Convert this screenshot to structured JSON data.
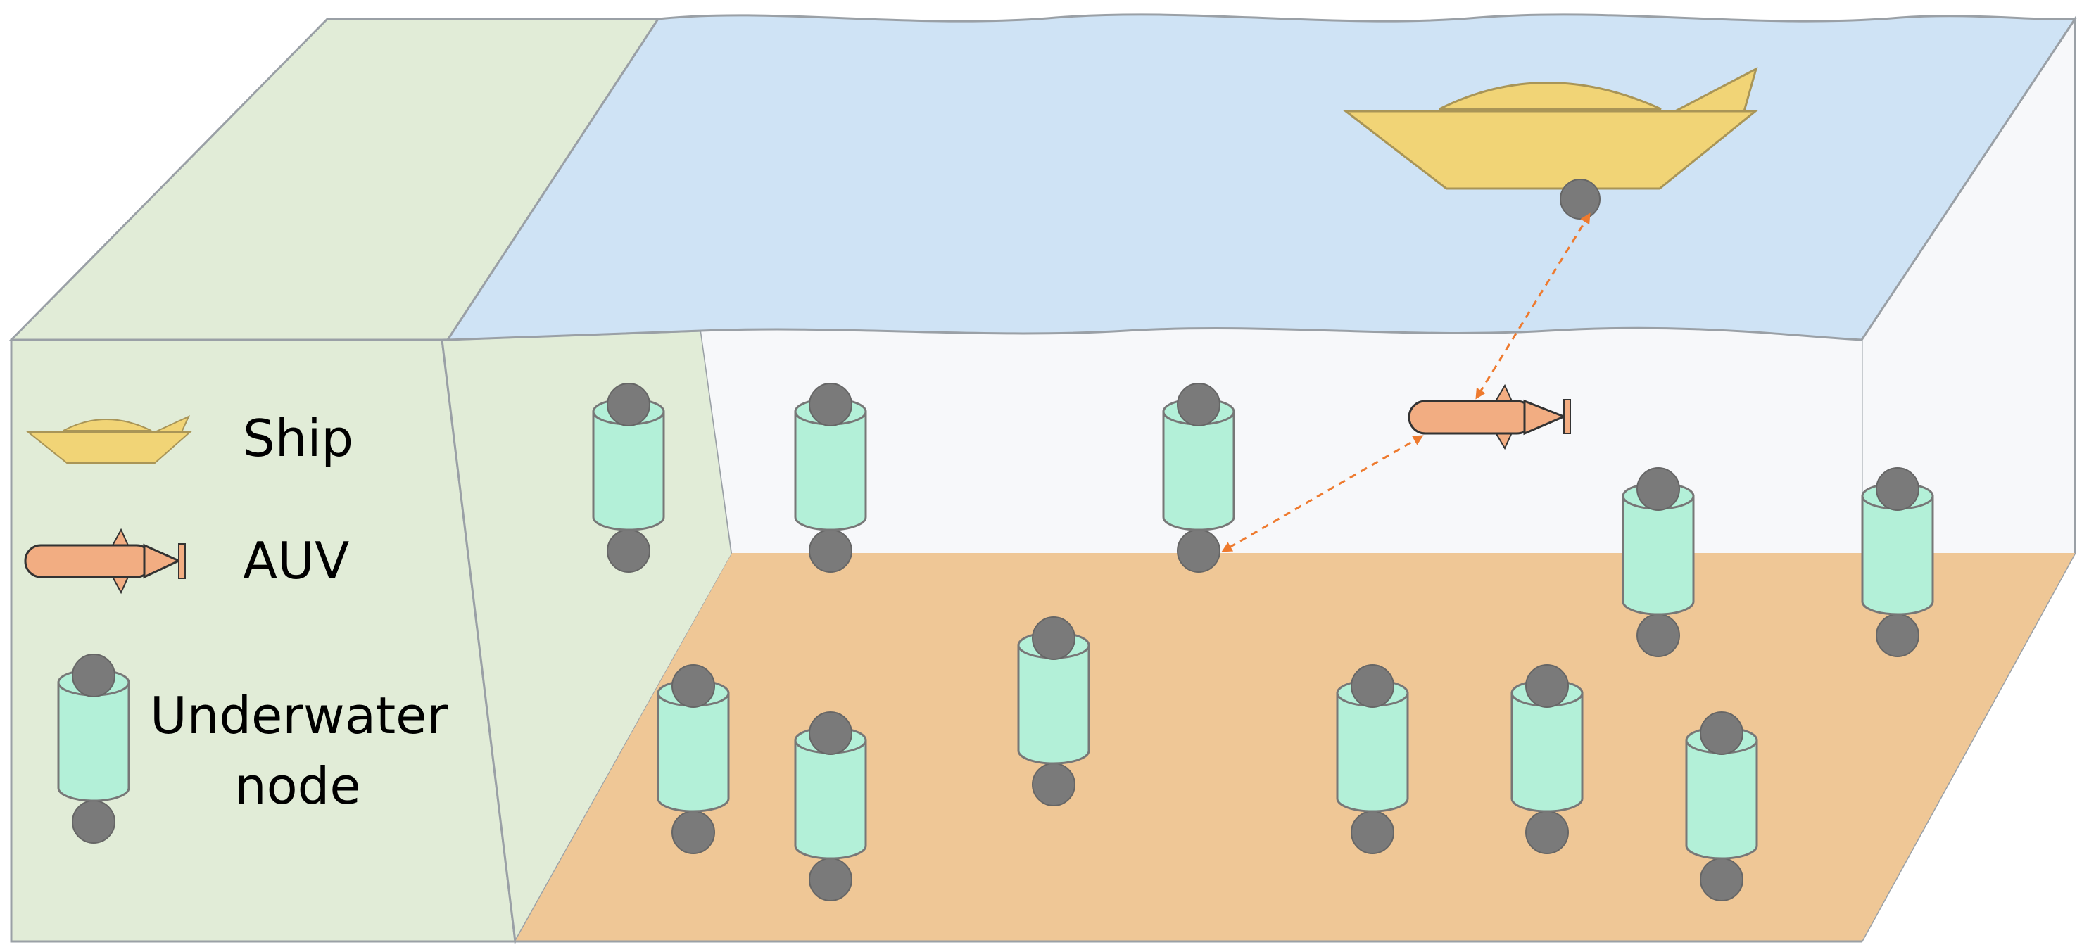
{
  "colors": {
    "sea_surface": "#cfe3f5",
    "water_column": "#f7f8fa",
    "seabed": "#efc796",
    "coast": "#e1ecd7",
    "ship": "#f1d476",
    "auv": "#f2ad82",
    "node_body": "#b3f0d8",
    "node_ball": "#7a7a7a",
    "link": "#ee7a2e",
    "edge": "#9aa0a6"
  },
  "legend": {
    "ship_label": "Ship",
    "auv_label": "AUV",
    "node_label_line1": "Underwater",
    "node_label_line2": "node",
    "ship_icon": "ship-icon",
    "auv_icon": "auv-icon",
    "node_icon": "underwater-node-icon"
  }
}
